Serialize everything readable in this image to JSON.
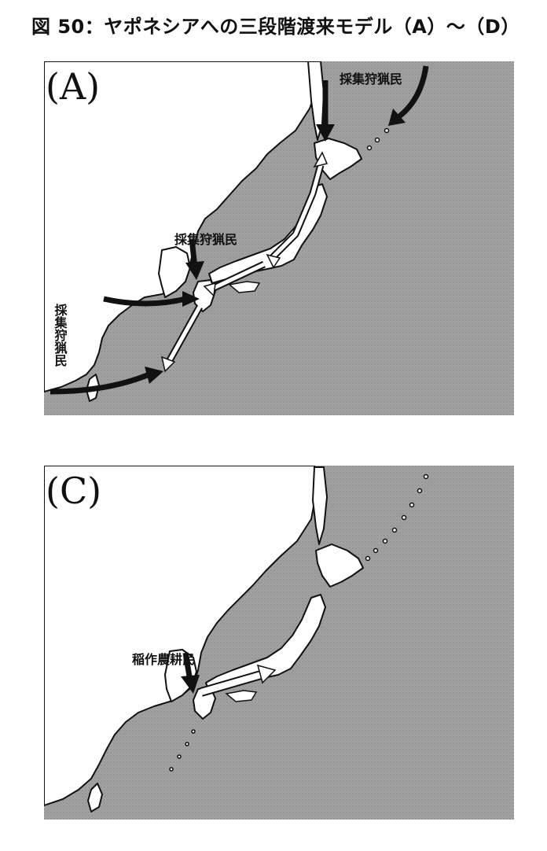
{
  "figure": {
    "title": "図 50：ヤポネシアへの三段階渡来モデル（A）〜（D）"
  },
  "colors": {
    "sea": "#9a9a9a",
    "land": "#ffffff",
    "arrow_dark": "#111111",
    "arrow_light": "#ffffff"
  },
  "panels": [
    {
      "label": "(A)",
      "labels": {
        "northeast": "採集狩猟民",
        "center": "採集狩猟民",
        "west": "採集狩猟民"
      },
      "arrows": {
        "dark": [
          "north-to-hokkaido",
          "northeast-to-kurils",
          "west-to-kyushu",
          "south-to-ryukyu"
        ],
        "light": [
          "hokkaido-honshu",
          "honshu-shikoku-kyushu",
          "kyushu-ryukyu"
        ]
      }
    },
    {
      "label": "(C)",
      "labels": {
        "center": "稲作農耕民"
      },
      "arrows": {
        "dark": [
          "korea-to-kyushu"
        ],
        "light": [
          "kyushu-to-honshu"
        ]
      }
    }
  ]
}
